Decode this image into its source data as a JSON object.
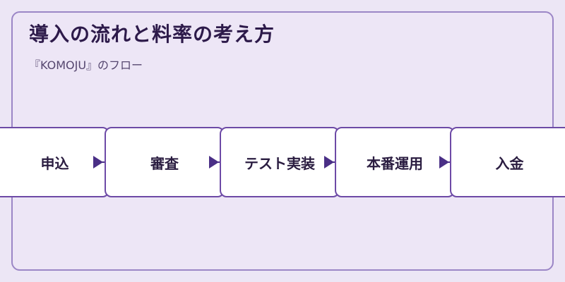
{
  "header": {
    "title": "導入の流れと料率の考え方",
    "subtitle": "『KOMOJU』のフロー"
  },
  "flow": {
    "steps": [
      {
        "label": "申込"
      },
      {
        "label": "審査"
      },
      {
        "label": "テスト実装"
      },
      {
        "label": "本番運用"
      },
      {
        "label": "入金"
      }
    ]
  },
  "colors": {
    "background": "#ece6f5",
    "panel_border": "#9b86c6",
    "step_border": "#6d4aa6",
    "arrow": "#4a2f86",
    "title": "#2d1a4a"
  },
  "icons": {
    "connector": "arrow-right-icon"
  }
}
